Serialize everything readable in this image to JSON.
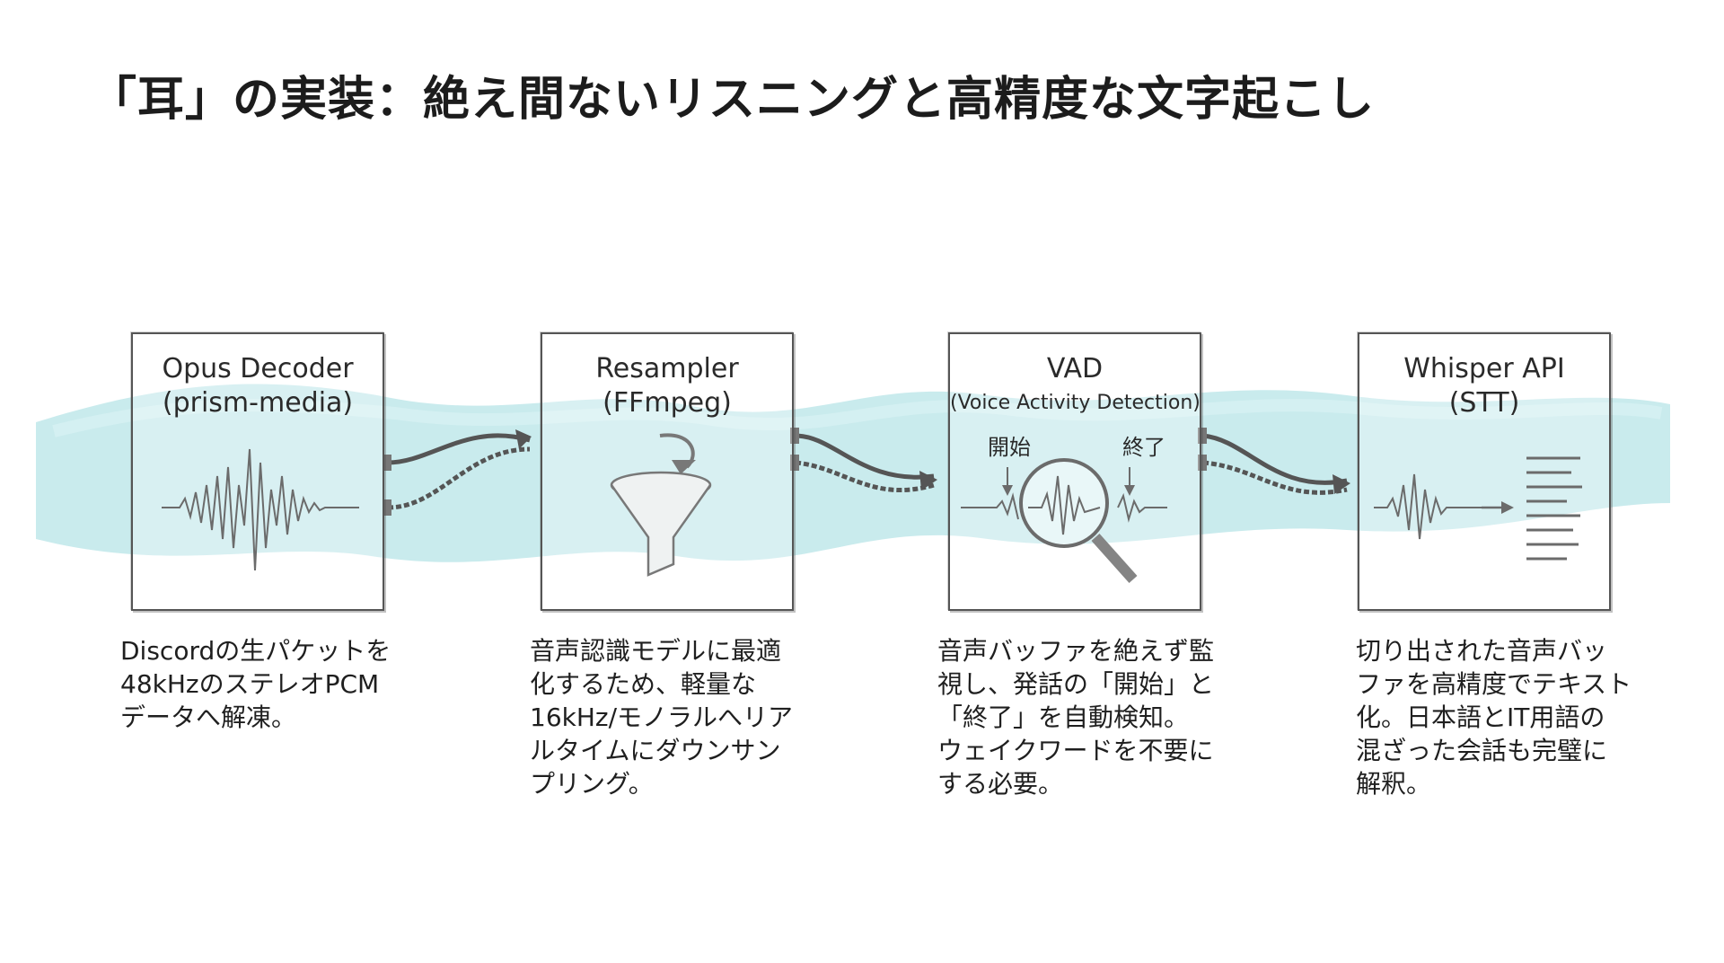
{
  "title": "「耳」の実装：絶え間ないリスニングと高精度な文字起こし",
  "colors": {
    "stream": "#bfe7ea",
    "ink": "#444444",
    "text": "#1f1f1f"
  },
  "stages": [
    {
      "name": "Opus Decoder",
      "sub": "(prism-media)",
      "icon": "waveform-icon",
      "description": "Discordの生パケットを\n48kHzのステレオPCM\nデータへ解凍。"
    },
    {
      "name": "Resampler",
      "sub": "(FFmpeg)",
      "icon": "funnel-icon",
      "description": "音声認識モデルに最適\n化するため、軽量な\n16kHz/モノラルへリア\nルタイムにダウンサン\nプリング。"
    },
    {
      "name": "VAD",
      "sub": "(Voice Activity Detection)",
      "icon": "magnifier-icon",
      "start_label": "開始",
      "end_label": "終了",
      "description": "音声バッファを絶えず監\n視し、発話の「開始」と\n「終了」を自動検知。\nウェイクワードを不要に\nする必要。"
    },
    {
      "name": "Whisper API",
      "sub": "(STT)",
      "icon": "transcript-icon",
      "description": "切り出された音声バッ\nファを高精度でテキスト\n化。日本語とIT用語の\n混ざった会話も完璧に\n解釈。"
    }
  ]
}
